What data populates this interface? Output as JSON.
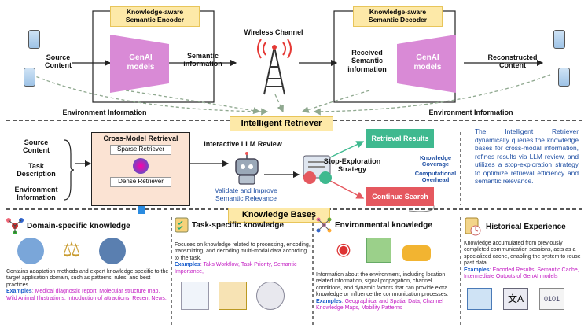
{
  "top": {
    "encoder_label": "Knowledge-aware Semantic Encoder",
    "decoder_label": "Knowledge-aware Semantic Decoder",
    "source_content": "Source Content",
    "genai_encoder": "GenAI models",
    "semantic_information": "Semantic information",
    "wireless_channel": "Wireless Channel",
    "received_semantic_information": "Received Semantic information",
    "genai_decoder": "GenAI models",
    "reconstructed_content": "Reconstructed Content",
    "env_info_left": "Environment  Information",
    "env_info_right": "Environment  Information"
  },
  "retriever": {
    "title": "Intelligent Retriever",
    "inputs": [
      "Source Content",
      "Task Description",
      "Environment Information"
    ],
    "cross_model_title": "Cross-Model Retrieval",
    "sparse": "Sparse Retriever",
    "dense": "Dense Retriever",
    "llm_review": "Interactive LLM Review",
    "validate": "Validate and Improve Semantic Relevance",
    "stop_strategy": "Stop-Exploration Strategy",
    "retrieval_results": "Retrieval Results",
    "continue_search": "Continue Search",
    "knowledge_coverage": "Knowledge Coverage",
    "computational_overhead": "Computational Overhead",
    "description": "The Intelligent Retriever dynamically queries the knowledge bases for cross-modal information, refines results via LLM review, and utilizes a stop-exploration strategy to optimize retrieval efficiency and semantic relevance."
  },
  "knowledge_bases": {
    "title": "Knowledge Bases",
    "domain": {
      "title": "Domain-specific knowledge",
      "body": "Contains adaptation methods and expert knowledge specific to the target application domain, such as patterns, rules, and best practices.",
      "examples_label": "Examples",
      "examples": ": Medical diagnostic report, Molecular structure map, Wild Animal Illustrations, Introduction of attractions, Recent News."
    },
    "task": {
      "title": "Task-specific knowledge",
      "body": "Focuses on knowledge related to processing, encoding, transmitting, and decoding multi-modal data according to the task.",
      "examples_label": "Examples",
      "examples": ": Taks Workflow, Task Priority, Semantic Importance,"
    },
    "environmental": {
      "title": "Environmental knowledge",
      "body": "Information about the environment, including location related information, signal propagation, channel conditions, and dynamic factors that can provide extra knowledge or influence the communication processes.",
      "examples_label": "Examples",
      "examples": ": Geographical and Spatial Data, Channel Knowledge Maps, Mobility Patterns"
    },
    "historical": {
      "title": "Historical Experience",
      "body": "Knowledge accumulated from previously completed communication sessions, acts as a specialized cache, enabling the system to reuse past data",
      "examples_label": "Examples",
      "examples": ": Encoded Results, Semantic Cache, Intermediate Outputs of GenAI models"
    }
  },
  "colors": {
    "genai": "#d98ad6",
    "retrieval_results": "#3fb98f",
    "continue_search": "#e5585f",
    "dashed_arrow": "#8fa88f",
    "highlight": "#fde9a8"
  }
}
